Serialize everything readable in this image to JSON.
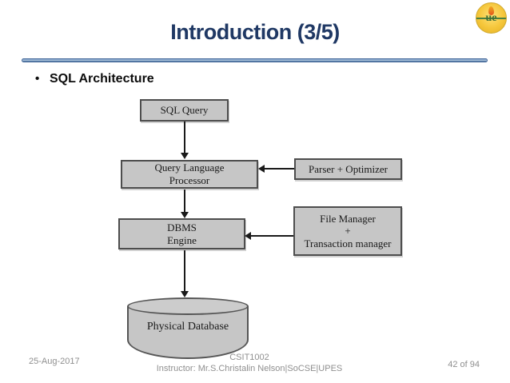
{
  "slide": {
    "title": "Introduction (3/5)",
    "bullet_marker": "•",
    "bullet_text": "SQL Architecture"
  },
  "logo": {
    "monogram": "ue"
  },
  "diagram": {
    "boxes": {
      "sql_query": {
        "lines": [
          "SQL Query"
        ]
      },
      "query_language_processor": {
        "lines": [
          "Query Language",
          "Processor"
        ]
      },
      "parser_optimizer": {
        "lines": [
          "Parser + Optimizer"
        ]
      },
      "dbms_engine": {
        "lines": [
          "DBMS",
          "Engine"
        ]
      },
      "file_transaction_manager": {
        "lines": [
          "File Manager",
          "+",
          "Transaction manager"
        ]
      },
      "physical_database": {
        "label": "Physical Database"
      }
    },
    "colors": {
      "box_fill": "#c6c6c6",
      "box_border": "#4d4d4d",
      "arrow": "#1a1a1a"
    }
  },
  "footer": {
    "date": "25-Aug-2017",
    "course_code": "CSIT1002",
    "instructor": "Instructor: Mr.S.Christalin Nelson|SoCSE|UPES",
    "page_indicator": "42 of 94"
  },
  "colors": {
    "title_navy": "#1f3864",
    "divider_blue": "#46699a",
    "logo_yellow": "#f5c63a"
  }
}
